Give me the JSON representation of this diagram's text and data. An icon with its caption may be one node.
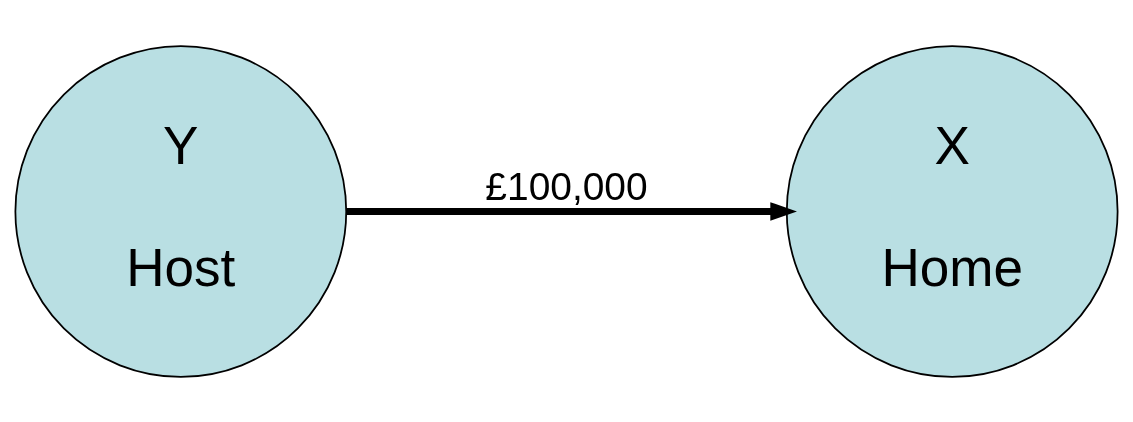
{
  "diagram": {
    "nodes": [
      {
        "text": [
          "Y",
          "Host"
        ]
      },
      {
        "text": [
          "X",
          "Home"
        ]
      }
    ],
    "edges": [
      {
        "from": 0,
        "to": 1,
        "arrow": "to",
        "label": "£100,000"
      }
    ]
  }
}
